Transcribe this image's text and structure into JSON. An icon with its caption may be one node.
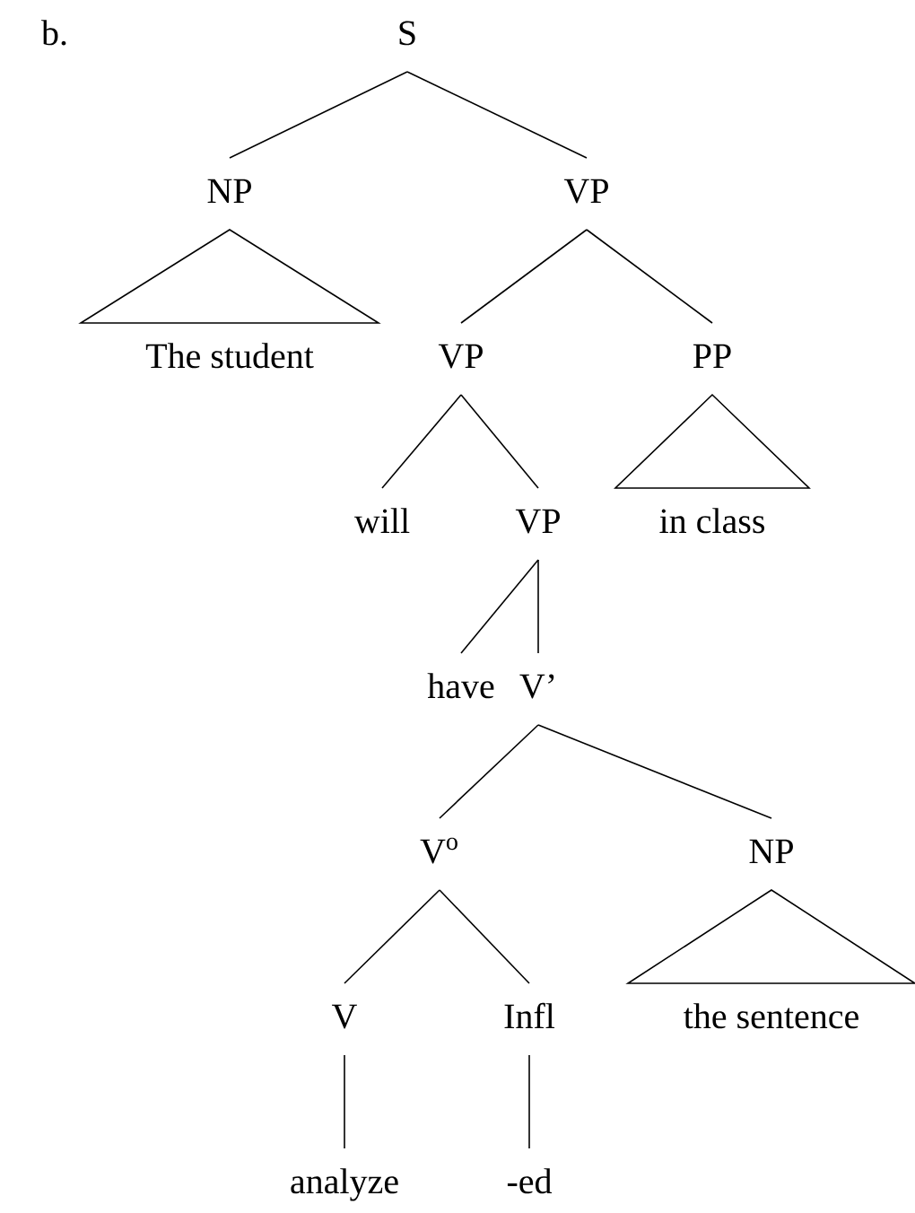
{
  "diagram": {
    "nodes": [
      {
        "text": [
          "S"
        ]
      },
      {
        "text": [
          "NP"
        ]
      },
      {
        "text": [
          "VP"
        ]
      },
      {
        "text": [
          "The student"
        ]
      },
      {
        "text": [
          "VP"
        ]
      },
      {
        "text": [
          "PP"
        ]
      },
      {
        "text": [
          "will"
        ]
      },
      {
        "text": [
          "VP"
        ]
      },
      {
        "text": [
          "in class"
        ]
      },
      {
        "text": [
          "have"
        ]
      },
      {
        "text": [
          "V’"
        ]
      },
      {
        "text": [
          "V$^{o}$"
        ]
      },
      {
        "text": [
          "NP"
        ]
      },
      {
        "text": [
          "V"
        ]
      },
      {
        "text": [
          "Infl"
        ]
      },
      {
        "text": [
          "the sentence"
        ]
      },
      {
        "text": [
          "analyze"
        ]
      },
      {
        "text": [
          "-ed"
        ]
      }
    ],
    "edges": [
      {
        "from": 0,
        "to": 1,
        "arrow": "none"
      },
      {
        "from": 0,
        "to": 2,
        "arrow": "none"
      },
      {
        "from": 1,
        "to": 3,
        "arrow": "none"
      },
      {
        "from": 2,
        "to": 4,
        "arrow": "none"
      },
      {
        "from": 2,
        "to": 5,
        "arrow": "none"
      },
      {
        "from": 4,
        "to": 6,
        "arrow": "none"
      },
      {
        "from": 4,
        "to": 7,
        "arrow": "none"
      },
      {
        "from": 5,
        "to": 8,
        "arrow": "none"
      },
      {
        "from": 7,
        "to": 9,
        "arrow": "none"
      },
      {
        "from": 7,
        "to": 10,
        "arrow": "none"
      },
      {
        "from": 10,
        "to": 11,
        "arrow": "none"
      },
      {
        "from": 10,
        "to": 12,
        "arrow": "none"
      },
      {
        "from": 11,
        "to": 13,
        "arrow": "none"
      },
      {
        "from": 11,
        "to": 14,
        "arrow": "none"
      },
      {
        "from": 12,
        "to": 15,
        "arrow": "none"
      },
      {
        "from": 13,
        "to": 16,
        "arrow": "none"
      },
      {
        "from": 14,
        "to": 17,
        "arrow": "none"
      }
    ],
    "labels": [
      "b."
    ]
  }
}
